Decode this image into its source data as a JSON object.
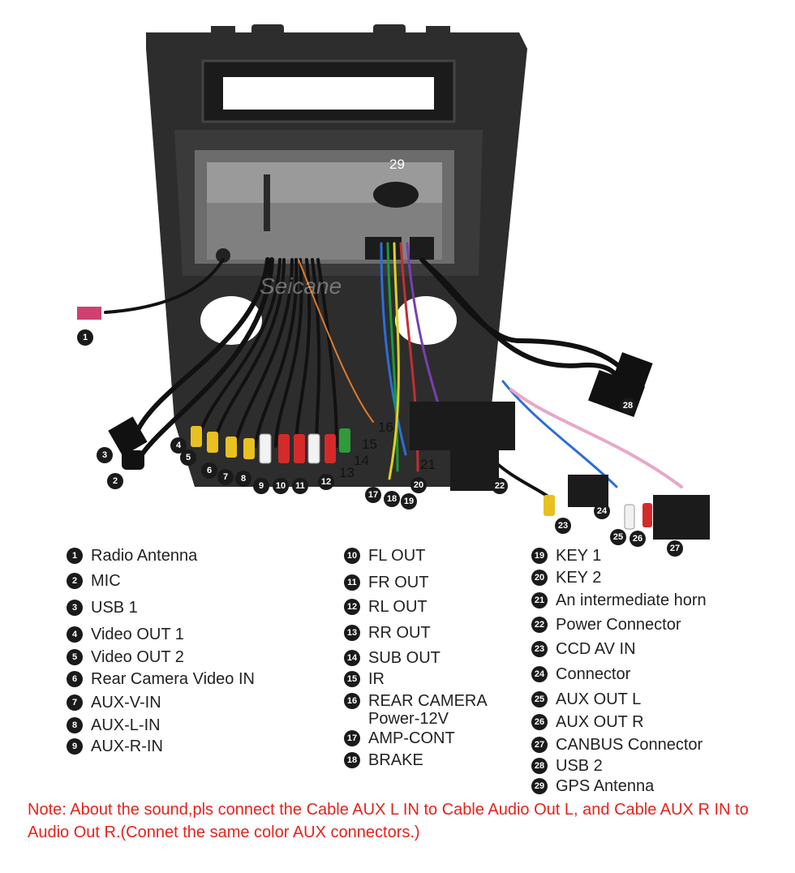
{
  "watermark": "Seicane",
  "photo_labels": [
    {
      "n": "1"
    },
    {
      "n": "2"
    },
    {
      "n": "3"
    },
    {
      "n": "4"
    },
    {
      "n": "5"
    },
    {
      "n": "6"
    },
    {
      "n": "7"
    },
    {
      "n": "8"
    },
    {
      "n": "9"
    },
    {
      "n": "10"
    },
    {
      "n": "11"
    },
    {
      "n": "12"
    },
    {
      "n": "13"
    },
    {
      "n": "14"
    },
    {
      "n": "15"
    },
    {
      "n": "16"
    },
    {
      "n": "17"
    },
    {
      "n": "18"
    },
    {
      "n": "19"
    },
    {
      "n": "20"
    },
    {
      "n": "21"
    },
    {
      "n": "22"
    },
    {
      "n": "23"
    },
    {
      "n": "24"
    },
    {
      "n": "25"
    },
    {
      "n": "26"
    },
    {
      "n": "27"
    },
    {
      "n": "28"
    },
    {
      "n": "29"
    }
  ],
  "legend": [
    {
      "n": "1",
      "label": "Radio Antenna"
    },
    {
      "n": "2",
      "label": "MIC"
    },
    {
      "n": "3",
      "label": "USB 1"
    },
    {
      "n": "4",
      "label": "Video OUT 1"
    },
    {
      "n": "5",
      "label": "Video OUT 2"
    },
    {
      "n": "6",
      "label": "Rear Camera Video IN"
    },
    {
      "n": "7",
      "label": "AUX-V-IN"
    },
    {
      "n": "8",
      "label": "AUX-L-IN"
    },
    {
      "n": "9",
      "label": "AUX-R-IN"
    },
    {
      "n": "10",
      "label": "FL OUT"
    },
    {
      "n": "11",
      "label": "FR OUT"
    },
    {
      "n": "12",
      "label": "RL OUT"
    },
    {
      "n": "13",
      "label": "RR OUT"
    },
    {
      "n": "14",
      "label": "SUB OUT"
    },
    {
      "n": "15",
      "label": "IR"
    },
    {
      "n": "16",
      "label": "REAR CAMERA\nPower-12V"
    },
    {
      "n": "17",
      "label": "AMP-CONT"
    },
    {
      "n": "18",
      "label": "BRAKE"
    },
    {
      "n": "19",
      "label": "KEY 1"
    },
    {
      "n": "20",
      "label": "KEY 2"
    },
    {
      "n": "21",
      "label": "An intermediate horn"
    },
    {
      "n": "22",
      "label": "Power Connector"
    },
    {
      "n": "23",
      "label": "CCD AV IN"
    },
    {
      "n": "24",
      "label": "Connector"
    },
    {
      "n": "25",
      "label": "AUX OUT L"
    },
    {
      "n": "26",
      "label": "AUX OUT R"
    },
    {
      "n": "27",
      "label": "CANBUS Connector"
    },
    {
      "n": "28",
      "label": "USB 2"
    },
    {
      "n": "29",
      "label": "GPS Antenna"
    }
  ],
  "note": "Note: About the sound,pls connect the Cable AUX L IN to Cable Audio Out L, and Cable AUX R IN to  Audio Out R.(Connet the same color AUX connectors.)",
  "colors": {
    "note": "#e8221b",
    "badge": "#1a1a1a",
    "frame": "#2b2b2b",
    "unit": "#8a8a8a"
  }
}
